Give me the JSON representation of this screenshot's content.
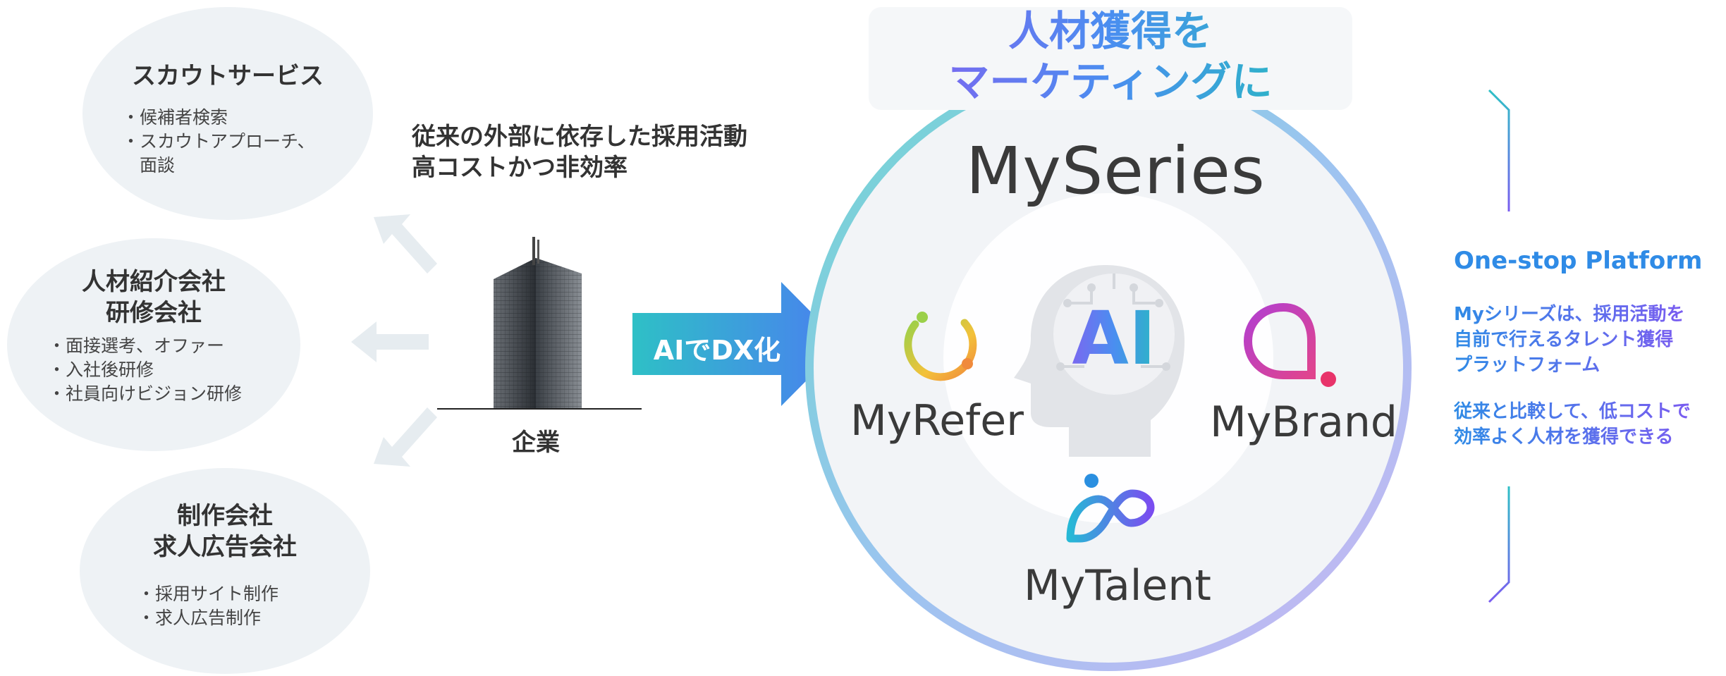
{
  "services": [
    {
      "title_lines": [
        "スカウトサービス"
      ],
      "items": [
        "・候補者検索",
        "・スカウトアプローチ、",
        "　面談"
      ]
    },
    {
      "title_lines": [
        "人材紹介会社",
        "研修会社"
      ],
      "items": [
        "・面接選考、オファー",
        "・入社後研修",
        "・社員向けビジョン研修"
      ]
    },
    {
      "title_lines": [
        "制作会社",
        "求人広告会社"
      ],
      "items": [
        "・採用サイト制作",
        "・求人広告制作"
      ]
    }
  ],
  "issue_lines": [
    "従来の外部に依存した採用活動",
    "高コストかつ非効率"
  ],
  "company_label": "企業",
  "dx_label": "AIでDX化",
  "headline_lines": [
    "人材獲得を",
    "マーケティングに"
  ],
  "platform": {
    "name": "MySeries",
    "ai_label": "AI",
    "products": [
      "MyRefer",
      "MyBrand",
      "MyTalent"
    ]
  },
  "side": {
    "title": "One-stop Platform",
    "desc1": [
      "Myシリーズは、採用活動を",
      "自前で行えるタレント獲得",
      "プラットフォーム"
    ],
    "desc2": [
      "従来と比較して、低コストで",
      "効率よく人材を獲得できる"
    ]
  },
  "colors": {
    "oval_fill": "#eef2f5",
    "ring_start": "#6dd6d0",
    "ring_end": "#c9b6f3",
    "dx_gradient_start": "#2ec0c6",
    "dx_gradient_end": "#4a7ff0",
    "accent_blue": "#2f8be6",
    "accent_purple": "#7a5cf0"
  }
}
